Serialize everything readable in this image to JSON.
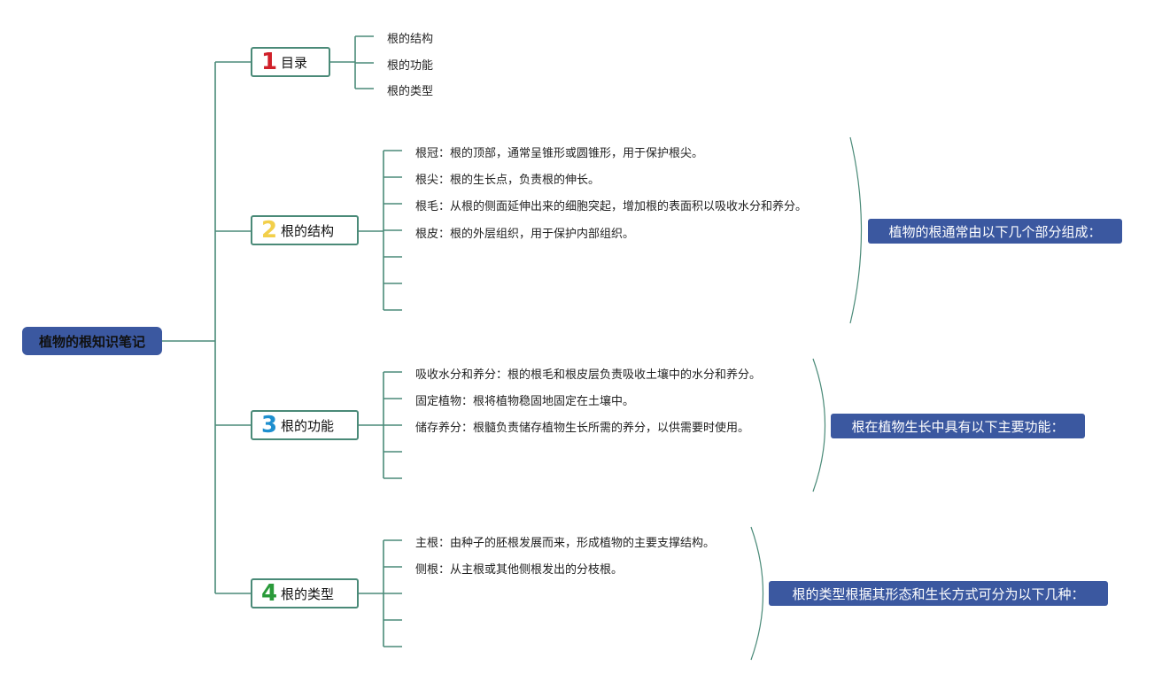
{
  "root": {
    "title": "植物的根知识笔记"
  },
  "branches": [
    {
      "num": "1",
      "num_color": "#d0202a",
      "label": "目录",
      "leaves": [
        "根的结构",
        "根的功能",
        "根的类型"
      ]
    },
    {
      "num": "2",
      "num_color": "#f2cf4a",
      "label": "根的结构",
      "leaves": [
        "根冠：根的顶部，通常呈锥形或圆锥形，用于保护根尖。",
        "根尖：根的生长点，负责根的伸长。",
        "根毛：从根的侧面延伸出来的细胞突起，增加根的表面积以吸收水分和养分。",
        "根皮：根的外层组织，用于保护内部组织。"
      ],
      "summary": "植物的根通常由以下几个部分组成："
    },
    {
      "num": "3",
      "num_color": "#1e8fcf",
      "label": "根的功能",
      "leaves": [
        "吸收水分和养分：根的根毛和根皮层负责吸收土壤中的水分和养分。",
        "固定植物：根将植物稳固地固定在土壤中。",
        "储存养分：根髓负责储存植物生长所需的养分，以供需要时使用。"
      ],
      "summary": "根在植物生长中具有以下主要功能："
    },
    {
      "num": "4",
      "num_color": "#2a9a3a",
      "label": "根的类型",
      "leaves": [
        "主根：由种子的胚根发展而来，形成植物的主要支撑结构。",
        "侧根：从主根或其他侧根发出的分枝根。"
      ],
      "summary": "根的类型根据其形态和生长方式可分为以下几种："
    }
  ],
  "colors": {
    "line": "#4a8a78",
    "node_fill": "#3b58a0"
  }
}
